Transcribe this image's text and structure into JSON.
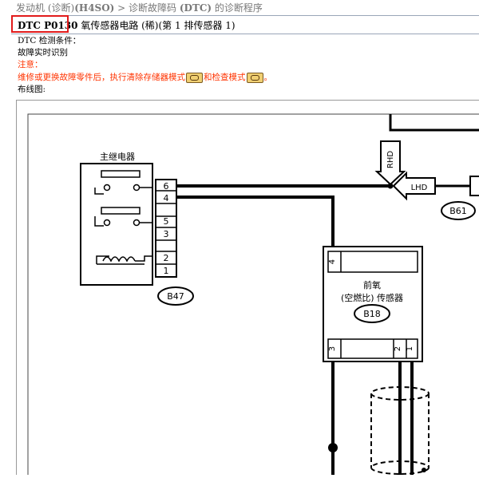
{
  "breadcrumb": {
    "part1": "发动机 (诊断)",
    "part2": "(H4SO)",
    "part3": " > 诊断故障码 ",
    "part4": "(DTC)",
    "part5": " 的诊断程序"
  },
  "title": {
    "code": "DTC P0130",
    "text": " 氧传感器电路 (稀)(第 1 排传感器 1)"
  },
  "condition_heading": "DTC 检测条件：",
  "condition_value": "故障实时识别",
  "note_label": "注意：",
  "note_text1": "维修或更换故障零件后，执行清除存储器模式",
  "note_text2": "和检查模式",
  "note_text3": "。",
  "icons": [
    "link-icon",
    "link-icon"
  ],
  "colors": {
    "highlight": "#e21b1b",
    "note": "#ff3300",
    "icon": "#f0cf72"
  },
  "wiring_label": "布线图:",
  "diagram": {
    "relay_title": "主继电器",
    "relay_pins": [
      "6",
      "4",
      "5",
      "3",
      "2",
      "1"
    ],
    "relay_connector": "B47",
    "rhd": "RHD",
    "lhd": "LHD",
    "b61": "B61",
    "sensor_pin_top": "4",
    "sensor_name1": "前氧",
    "sensor_name2": "(空燃比) 传感器",
    "sensor_connector": "B18",
    "sensor_pins_bottom": [
      "3",
      "2",
      "1"
    ]
  }
}
